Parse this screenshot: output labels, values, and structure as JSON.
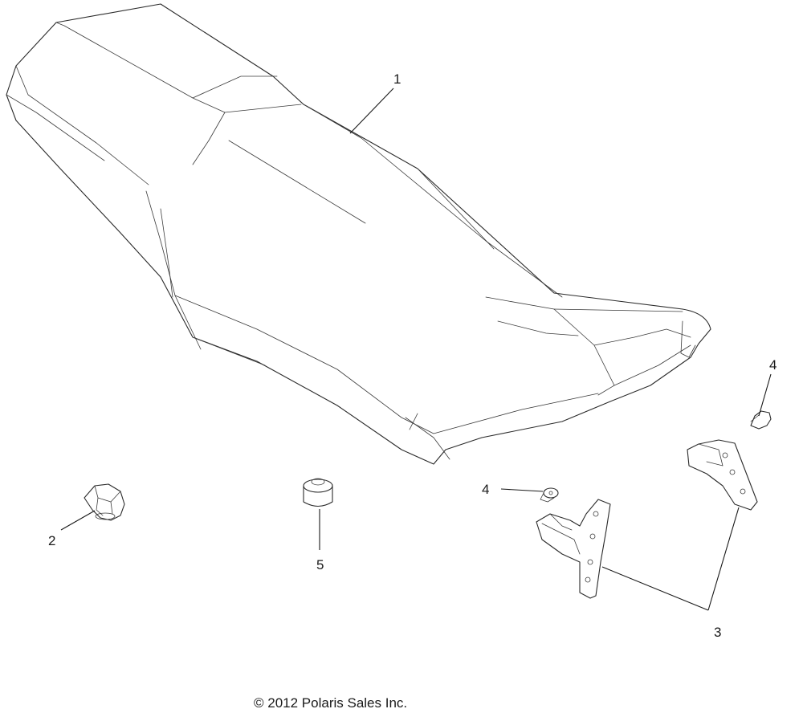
{
  "callouts": {
    "seat": "1",
    "fastener_left": "2",
    "bracket": "3",
    "screw_upper": "4",
    "screw_lower": "4",
    "bumper": "5"
  },
  "copyright": "© 2012 Polaris Sales Inc."
}
